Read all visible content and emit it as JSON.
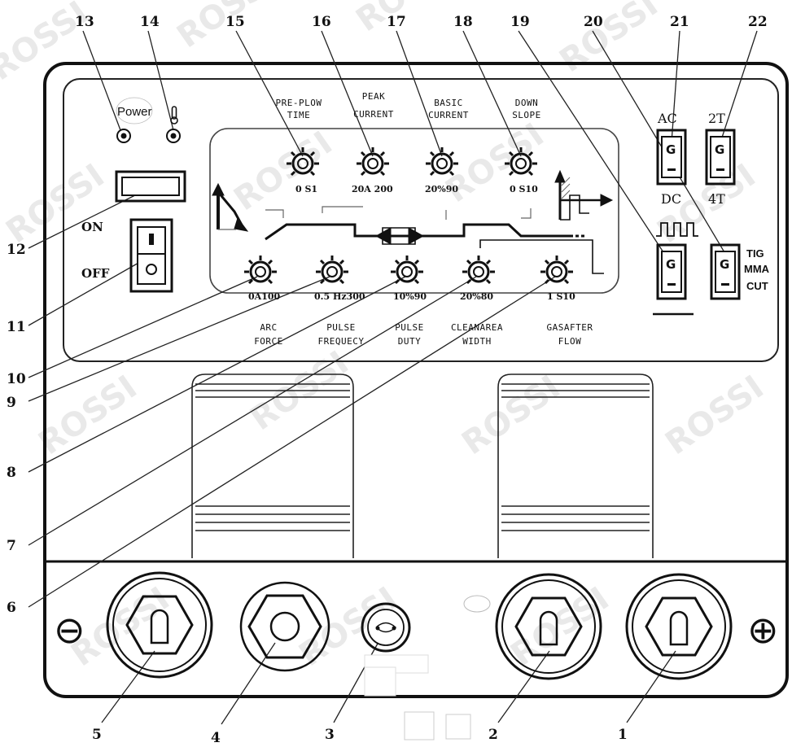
{
  "callout_numbers": {
    "top": [
      "13",
      "14",
      "15",
      "16",
      "17",
      "18",
      "19",
      "20",
      "21",
      "22"
    ],
    "left": [
      "12",
      "11",
      "10",
      "9",
      "8",
      "7",
      "6"
    ],
    "bottom": [
      "5",
      "4",
      "3",
      "2",
      "1"
    ]
  },
  "indicators": {
    "power_label": "Power"
  },
  "switch": {
    "on_label": "ON",
    "off_label": "OFF"
  },
  "top_knobs": [
    {
      "caption1": "PRE-PLOW",
      "caption2": "TIME",
      "value": "0 S1"
    },
    {
      "caption1": "PEAK",
      "caption2": "CURRENT",
      "value": "20A 200"
    },
    {
      "caption1": "BASIC",
      "caption2": "CURRENT",
      "value": "20%90"
    },
    {
      "caption1": "DOWN",
      "caption2": "SLOPE",
      "value": "0 S10"
    }
  ],
  "bottom_knobs": [
    {
      "caption1": "ARC",
      "caption2": "FORCE",
      "value": "0A100"
    },
    {
      "caption1": "PULSE",
      "caption2": "FREQUECY",
      "value": "0.5 Hz300"
    },
    {
      "caption1": "PULSE",
      "caption2": "DUTY",
      "value": "10%90"
    },
    {
      "caption1": "CLEANAREA",
      "caption2": "WIDTH",
      "value": "20%80"
    },
    {
      "caption1": "GASAFTER",
      "caption2": "FLOW",
      "value": "1 S10"
    }
  ],
  "selectors": {
    "ac": "AC",
    "dc": "DC",
    "two_t": "2T",
    "four_t": "4T",
    "tig": "TIG",
    "mma": "MMA",
    "cut": "CUT"
  },
  "terminals": {
    "minus": "⊖",
    "plus": "⊕"
  },
  "watermark": "ROSSI"
}
